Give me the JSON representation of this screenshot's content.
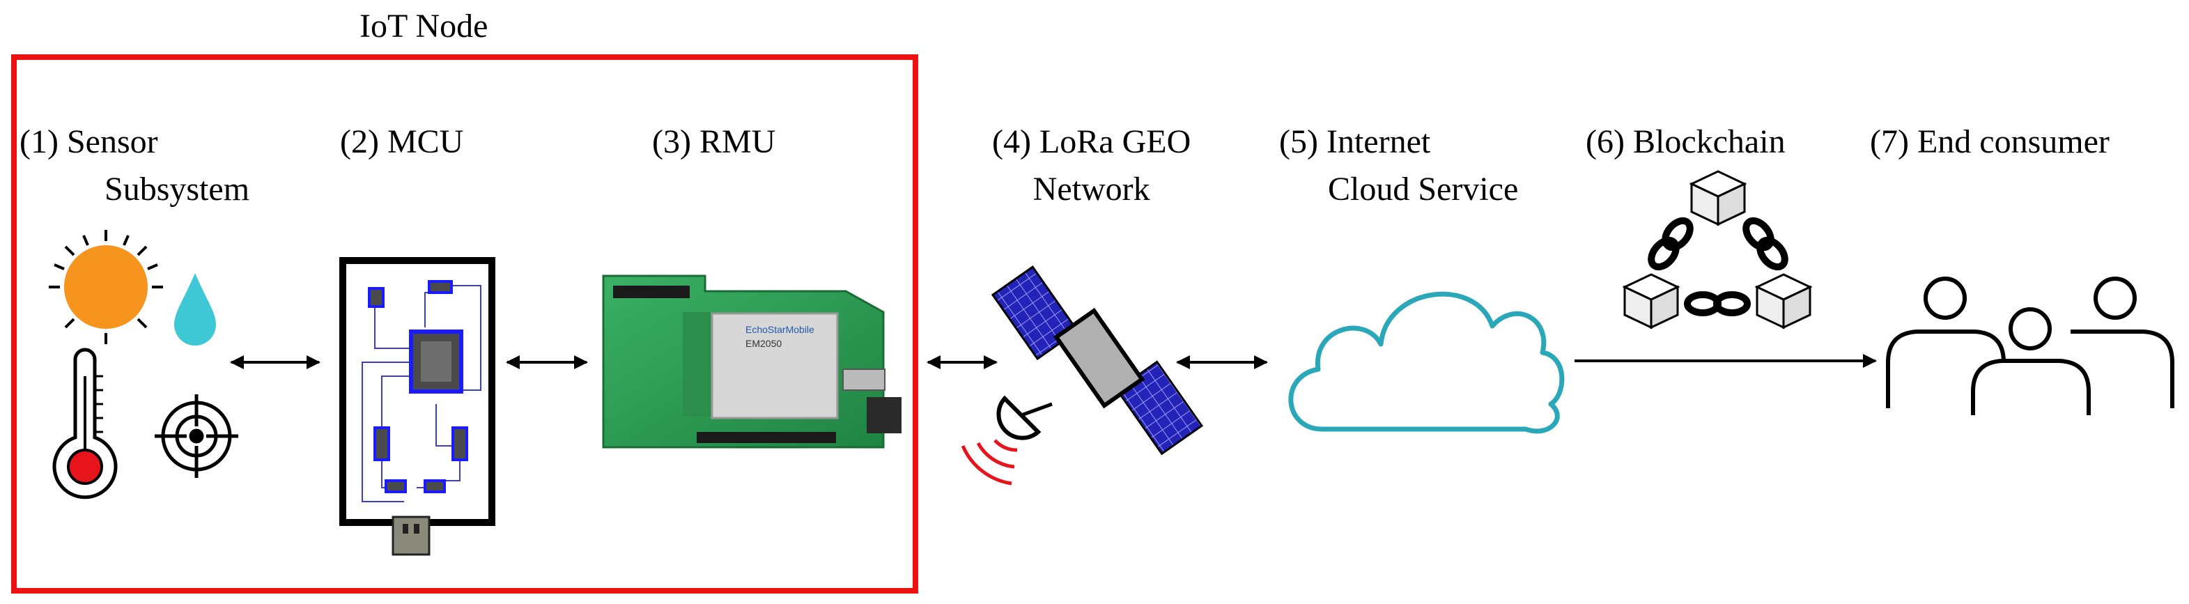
{
  "node_title": "IoT Node",
  "stages": [
    {
      "label": "(1) Sensor",
      "label2": "Subsystem",
      "icon": "sensor-icons"
    },
    {
      "label": "(2) MCU",
      "icon": "mcu-board-icon"
    },
    {
      "label": "(3) RMU",
      "icon": "rmu-module-photo"
    },
    {
      "label": "(4) LoRa GEO",
      "label2": "Network",
      "icon": "satellite-icon"
    },
    {
      "label": "(5) Internet",
      "label2": "Cloud Service",
      "icon": "cloud-icon"
    },
    {
      "label": "(6) Blockchain",
      "icon": "blockchain-icon"
    },
    {
      "label": "(7) End consumer",
      "icon": "people-icon"
    }
  ],
  "board_text": {
    "brand": "EchoStarMobile",
    "model": "EM2050"
  },
  "colors": {
    "node_border": "#ee1111",
    "sun": "#f7941d",
    "drop": "#3ec8d6",
    "thermo_bulb": "#e8141c",
    "pcb_green": "#2e9e52",
    "solar_panel": "#2323b8",
    "satellite_body": "#b0b0b0",
    "cloud_stroke": "#2aa7b8",
    "signal": "#e8141c",
    "trace": "#3b3bd6"
  }
}
